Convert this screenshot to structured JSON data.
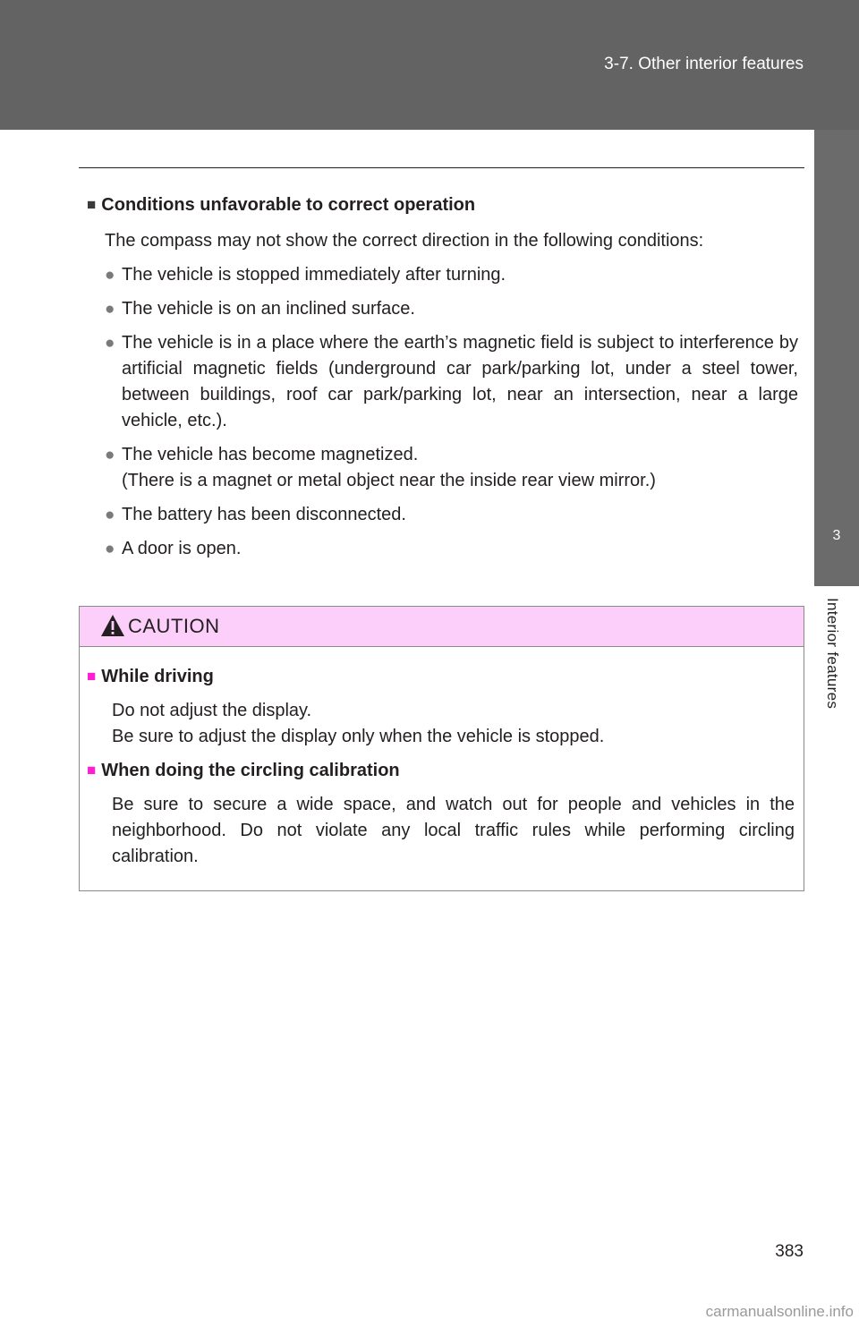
{
  "header": {
    "title": "3-7. Other interior features"
  },
  "side_tab": {
    "number": "3",
    "label": "Interior features"
  },
  "section": {
    "heading": "Conditions unfavorable to correct operation",
    "intro": "The compass may not show the correct direction in the following conditions:",
    "bullets": [
      "The vehicle is stopped immediately after turning.",
      "The vehicle is on an inclined surface.",
      "The vehicle is in a place where the earth’s magnetic field is subject to interference by artificial magnetic fields (underground car park/parking lot, under a steel tower, between buildings, roof car park/parking lot, near an intersection, near a large vehicle, etc.).",
      "The vehicle has become magnetized.",
      "The battery has been disconnected.",
      "A door is open."
    ],
    "bullet4_note": "(There is a magnet or metal object near the inside rear view mirror.)"
  },
  "caution": {
    "title": "CAUTION",
    "items": [
      {
        "heading": "While driving",
        "lines": [
          "Do not adjust the display.",
          "Be sure to adjust the display only when the vehicle is stopped."
        ]
      },
      {
        "heading": "When doing the circling calibration",
        "text": "Be sure to secure a wide space, and watch out for people and vehicles in the neighborhood. Do not violate any local traffic rules while performing circling calibration."
      }
    ]
  },
  "page_number": "383",
  "watermark": "carmanualsonline.info",
  "colors": {
    "header": "#636363",
    "caution_bar": "#fccffb",
    "caution_marker": "#ff1fd0"
  }
}
